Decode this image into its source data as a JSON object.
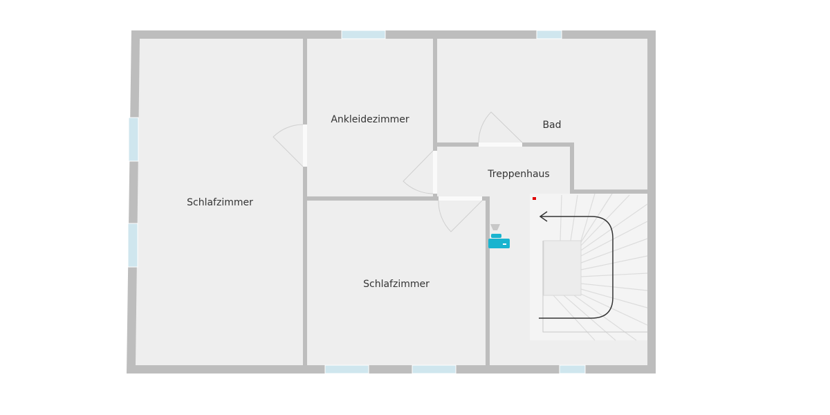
{
  "rooms": [
    {
      "id": "schlafzimmer-1",
      "label": "Schlafzimmer"
    },
    {
      "id": "ankleidezimmer",
      "label": "Ankleidezimmer"
    },
    {
      "id": "bad",
      "label": "Bad"
    },
    {
      "id": "treppenhaus",
      "label": "Treppenhaus"
    },
    {
      "id": "schlafzimmer-2",
      "label": "Schlafzimmer"
    }
  ],
  "colors": {
    "wall": "#bdbdbd",
    "floor": "#eeeeee",
    "window": "#cfe6ee",
    "marker": "#e00000",
    "device": "#1ab4cf"
  },
  "icons": [
    "staircase-icon",
    "direction-arrow-icon",
    "printer-icon",
    "marker-icon"
  ]
}
